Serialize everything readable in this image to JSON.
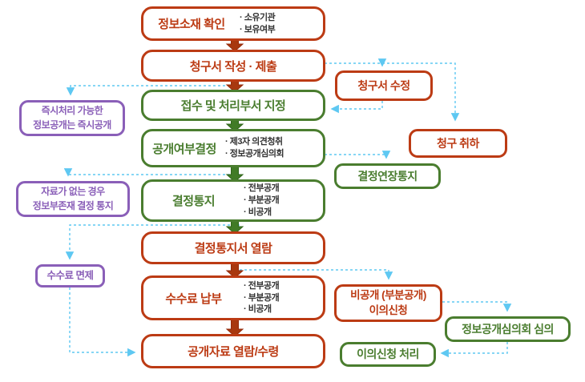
{
  "diagram": {
    "type": "flowchart",
    "language": "ko",
    "colors": {
      "main_red": "#bc3b14",
      "main_green": "#4a7d2f",
      "side_purple": "#8a5fb8",
      "connector_cyan": "#5ec8f2",
      "arrow_red": "#a8380f",
      "arrow_green": "#417b26",
      "bullet_text": "#333333"
    }
  },
  "nodes": {
    "locate": {
      "label": "정보소재 확인",
      "bullets": [
        "소유기관",
        "보유여부"
      ]
    },
    "submit": {
      "label": "청구서 작성 · 제출"
    },
    "receive": {
      "label": "접수 및 처리부서 지정"
    },
    "decide": {
      "label": "공개여부결정",
      "bullets": [
        "제3자 의견청취",
        "정보공개심의회"
      ]
    },
    "notice": {
      "label": "결정통지",
      "bullets": [
        "전부공개",
        "부분공개",
        "비공개"
      ]
    },
    "view_notice": {
      "label": "결정통지서 열람"
    },
    "fee": {
      "label": "수수료 납부",
      "bullets": [
        "전부공개",
        "부분공개",
        "비공개"
      ]
    },
    "receive_data": {
      "label": "공개자료 열람/수령"
    },
    "immediate": {
      "label": "즉시처리 가능한\n정보공개는 즉시공개"
    },
    "nodata": {
      "label": "자료가 없는 경우\n정보부존재 결정 통지"
    },
    "fee_exempt": {
      "label": "수수료 면제"
    },
    "edit_request": {
      "label": "청구서 수정"
    },
    "withdraw": {
      "label": "청구 취하"
    },
    "extension": {
      "label": "결정연장통지"
    },
    "objection": {
      "label": "비공개 (부분공개)\n이의신청"
    },
    "committee": {
      "label": "정보공개심의회 심의"
    },
    "objection_process": {
      "label": "이의신청 처리"
    }
  }
}
